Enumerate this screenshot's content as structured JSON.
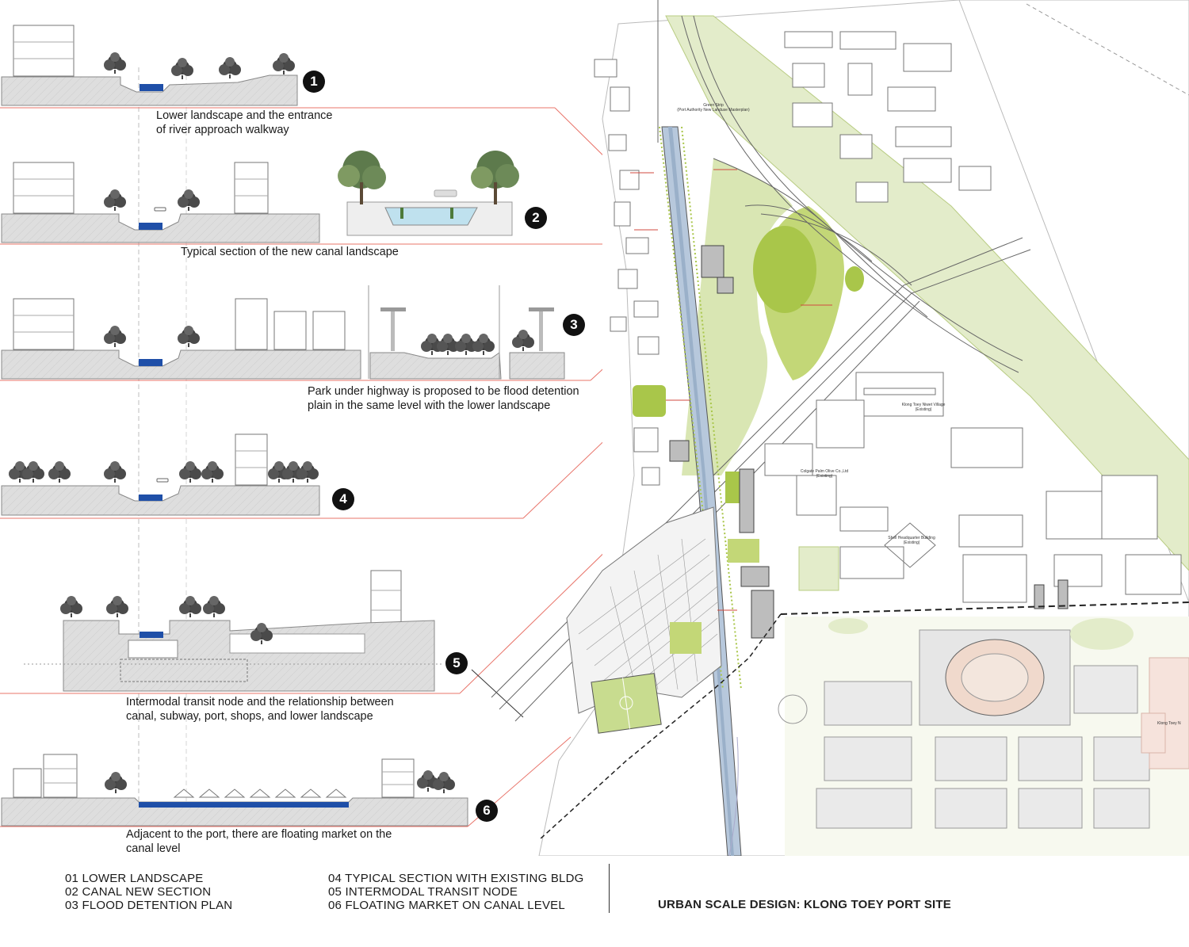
{
  "sections": [
    {
      "number": "1",
      "caption_lines": [
        "Lower landscape and the entrance",
        "of river approach walkway"
      ]
    },
    {
      "number": "2",
      "caption_lines": [
        "Typical section of the new canal landscape"
      ]
    },
    {
      "number": "3",
      "caption_lines": [
        "Park under highway is proposed to be flood detention",
        "plain in the same level with the lower landscape"
      ]
    },
    {
      "number": "4",
      "caption_lines": []
    },
    {
      "number": "5",
      "caption_lines": [
        "Intermodal transit node and the relationship between",
        "canal, subway, port, shops, and lower landscape"
      ]
    },
    {
      "number": "6",
      "caption_lines": [
        "Adjacent to the port, there are floating market on the",
        "canal level"
      ]
    }
  ],
  "legend": {
    "col1": [
      "01 LOWER LANDSCAPE",
      "02 CANAL NEW SECTION",
      "03 FLOOD DETENTION PLAN"
    ],
    "col2": [
      "04 TYPICAL SECTION WITH EXISTING BLDG",
      "05 INTERMODAL TRANSIT NODE",
      "06 FLOATING MARKET ON CANAL LEVEL"
    ]
  },
  "title": "URBAN SCALE DESIGN: KLONG TOEY PORT SITE",
  "plan_labels": {
    "green_strip": [
      "Green Strip",
      "(Port Authority New Landuse Masterplan)"
    ],
    "klong_toey": [
      "Klong Toey Niwet Village",
      "(Existing)"
    ],
    "colgate": [
      "Colgate Palm Olive Co.,Ltd",
      "(Existing)"
    ],
    "shell": [
      "Shell Headquarter Building",
      "(Existing)"
    ],
    "klong_toey_right": [
      "Klong Toey N"
    ]
  },
  "colors": {
    "canal_blue": "#1f4fa8",
    "green": "#a9c64a",
    "light_green": "#dfe9c4",
    "leader_red": "#e8746a",
    "ground_gray": "#dcdcdc"
  }
}
